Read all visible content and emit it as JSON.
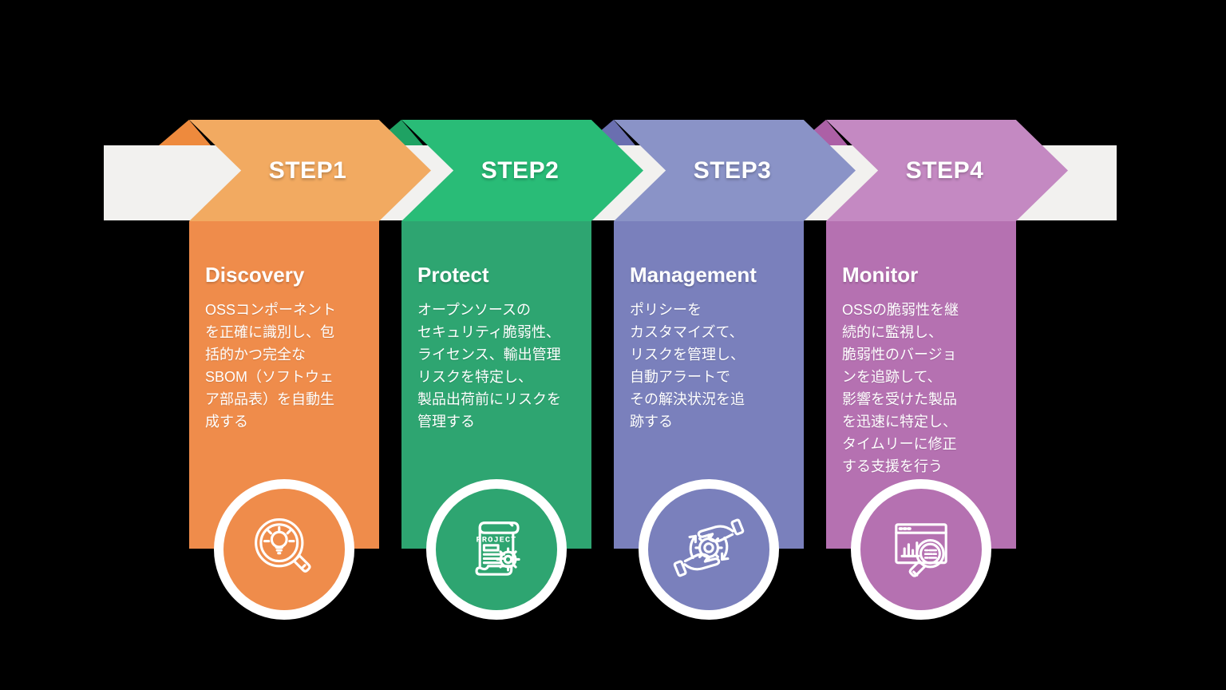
{
  "canvas": {
    "background_color": "#000000",
    "band_color": "#F2F1EF"
  },
  "steps": [
    {
      "label": "STEP1",
      "title": "Discovery",
      "body_lines": [
        "OSSコンポーネント",
        "を正確に識別し、包",
        "括的かつ完全な",
        "SBOM（ソフトウェ",
        "ア部品表）を自動生",
        "成する"
      ],
      "icon": "magnifier-lightbulb-icon",
      "colors": {
        "arrow": "#F2AA61",
        "fold": "#EE8A3D",
        "panel": "#EF8C4B"
      }
    },
    {
      "label": "STEP2",
      "title": "Protect",
      "body_lines": [
        "オープンソースの",
        "セキュリティ脆弱性、",
        "ライセンス、輸出管理",
        "リスクを特定し、",
        "製品出荷前にリスクを",
        "管理する"
      ],
      "icon": "project-scroll-gear-icon",
      "icon_text": "PROJECT",
      "colors": {
        "arrow": "#29BC77",
        "fold": "#1FA263",
        "panel": "#2EA571"
      }
    },
    {
      "label": "STEP3",
      "title": "Management",
      "body_lines": [
        "ポリシーを",
        "カスタマイズて、",
        "リスクを管理し、",
        "自動アラートで",
        "その解決状況を追",
        "跡する"
      ],
      "icon": "hands-gear-cycle-icon",
      "colors": {
        "arrow": "#8A93C7",
        "fold": "#6A6FB0",
        "panel": "#7A80BC"
      }
    },
    {
      "label": "STEP4",
      "title": "Monitor",
      "body_lines": [
        "OSSの脆弱性を継",
        "続的に監視し、",
        "脆弱性のバージョ",
        "ンを追跡して、",
        "影響を受けた製品",
        "を迅速に特定し、",
        "タイムリーに修正",
        "する支援を行う"
      ],
      "icon": "dashboard-magnifier-icon",
      "colors": {
        "arrow": "#C489C2",
        "fold": "#AC60A6",
        "panel": "#B571B1"
      }
    }
  ]
}
